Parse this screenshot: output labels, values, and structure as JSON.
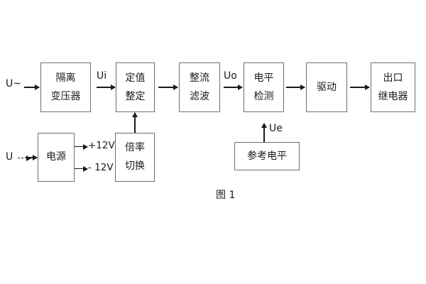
{
  "figure": {
    "caption": "图 1",
    "colors": {
      "box_border": "#6e6e6e",
      "line": "#1b1b1b",
      "text": "#1b1b1b",
      "background": "#ffffff"
    }
  },
  "blocks": [
    {
      "id": "isolation-transformer",
      "line1": "隔离",
      "line2": "变压器"
    },
    {
      "id": "setting-value",
      "line1": "定值",
      "line2": "整定"
    },
    {
      "id": "rectify-filter",
      "line1": "整流",
      "line2": "滤波"
    },
    {
      "id": "level-detection",
      "line1": "电平",
      "line2": "检测"
    },
    {
      "id": "drive",
      "line1": "驱动",
      "line2": ""
    },
    {
      "id": "output-relay",
      "line1": "出口",
      "line2": "继电器"
    },
    {
      "id": "power-supply",
      "line1": "电源",
      "line2": ""
    },
    {
      "id": "multiplier-switch",
      "line1": "倍率",
      "line2": "切换"
    },
    {
      "id": "reference-level",
      "line1": "参考电平",
      "line2": ""
    }
  ],
  "labels": {
    "input_ac": "U~",
    "input_dc": "U",
    "signal_ui": "Ui",
    "signal_uo": "Uo",
    "signal_ue": "Ue",
    "rail_positive": "+12V",
    "rail_negative": "- 12V"
  }
}
